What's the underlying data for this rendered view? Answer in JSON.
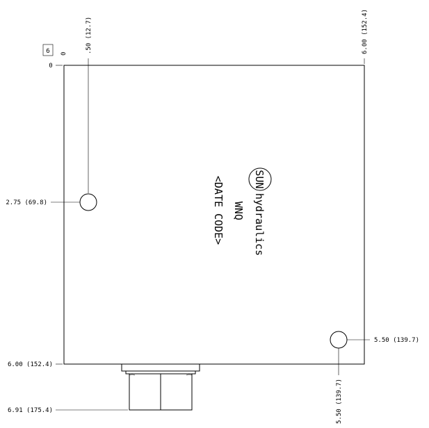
{
  "view_number": "6",
  "origin_x_label": "0",
  "origin_y_label": "0",
  "top_dims": {
    "left_hole": ".50 (12.7)",
    "right_edge": "6.00 (152.4)"
  },
  "left_dims": {
    "hole": "2.75 (69.8)",
    "bottom_edge": "6.00 (152.4)",
    "fitting_end": "6.91 (175.4)"
  },
  "right_hole_dims": {
    "x": "5.50 (139.7)",
    "y": "5.50 (139.7)"
  },
  "marking": {
    "logo": "SUN",
    "brand": "hydraulics",
    "model": "WNQ",
    "date_code": "<DATE CODE>"
  }
}
